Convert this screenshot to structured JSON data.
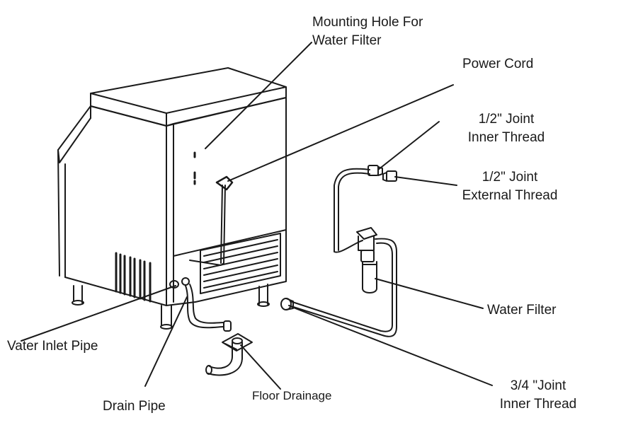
{
  "labels": {
    "mounting_hole_line1": "Mounting Hole For",
    "mounting_hole_line2": "Water Filter",
    "power_cord": "Power Cord",
    "half_inner_line1": "1/2\" Joint",
    "half_inner_line2": "Inner Thread",
    "half_external_line1": "1/2\" Joint",
    "half_external_line2": "External Thread",
    "water_filter": "Water Filter",
    "three_quarter_line1": "3/4 \"Joint",
    "three_quarter_line2": "Inner Thread",
    "water_inlet_pipe": "Vater Inlet Pipe",
    "drain_pipe": "Drain Pipe",
    "floor_drainage": "Floor Drainage"
  },
  "colors": {
    "line": "#1a1a1a",
    "background": "#ffffff"
  }
}
